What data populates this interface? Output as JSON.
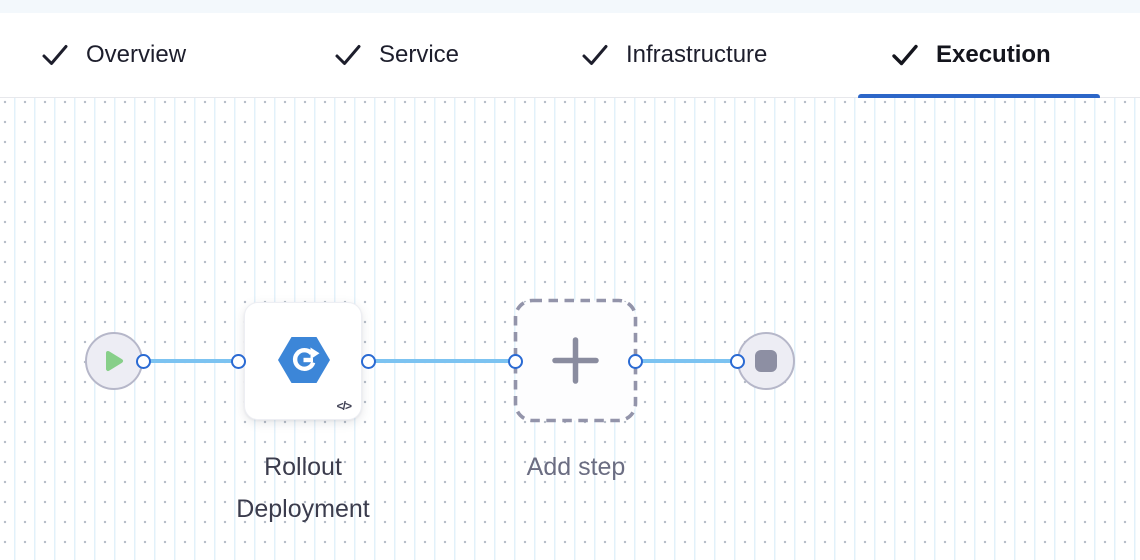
{
  "header": {
    "tabs": [
      {
        "label": "Overview",
        "state": "completed",
        "active": false
      },
      {
        "label": "Service",
        "state": "completed",
        "active": false
      },
      {
        "label": "Infrastructure",
        "state": "completed",
        "active": false
      },
      {
        "label": "Execution",
        "state": "completed",
        "active": true
      }
    ]
  },
  "pipeline": {
    "start_node": {
      "type": "start"
    },
    "steps": [
      {
        "label": "Rollout Deployment",
        "icon": "rollout-deployment-icon",
        "code_badge": "</>"
      }
    ],
    "add_step": {
      "label": "Add step"
    },
    "end_node": {
      "type": "stop"
    }
  },
  "colors": {
    "active_tab_underline": "#2c66c8",
    "connector_line": "#7cc3f1",
    "port_border": "#2a6ad3",
    "step_icon_blue": "#3c86d8",
    "play_triangle_green": "#87cf89",
    "node_fill": "#ededf4",
    "node_border": "#b6b7c9",
    "dashed_border": "#9394aa",
    "label_dark": "#3b3c4d",
    "label_muted": "#6b6d82"
  }
}
